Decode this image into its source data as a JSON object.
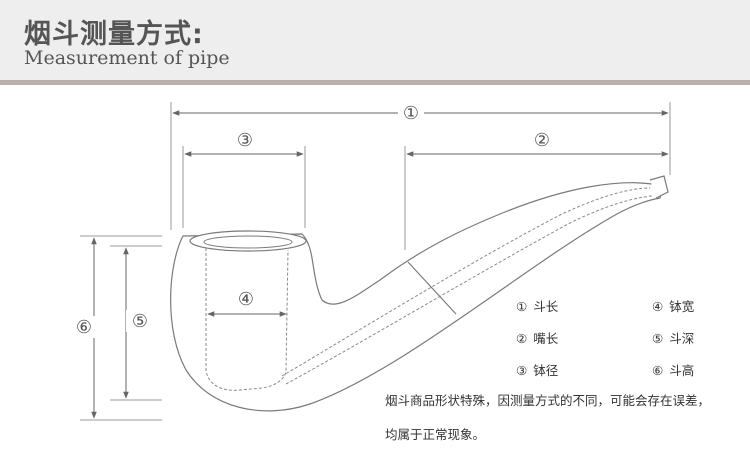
{
  "header": {
    "title_cn": "烟斗测量方式:",
    "title_en": "Measurement of pipe"
  },
  "labels": {
    "total_length": "①",
    "stem_length": "②",
    "bowl_diameter": "③",
    "chamber_width": "④",
    "chamber_depth": "⑤",
    "bowl_height": "⑥"
  },
  "legend": [
    {
      "num": "①",
      "text": "斗长"
    },
    {
      "num": "④",
      "text": "钵宽"
    },
    {
      "num": "②",
      "text": "嘴长"
    },
    {
      "num": "⑤",
      "text": "斗深"
    },
    {
      "num": "③",
      "text": "钵径"
    },
    {
      "num": "⑥",
      "text": "斗高"
    }
  ],
  "note": {
    "line1": "烟斗商品形状特殊，因测量方式的不同，可能会存在误差，",
    "line2": "均属于正常现象。"
  },
  "colors": {
    "header_bg": "#eeeeee",
    "header_rule": "#b7b0ab",
    "outline": "#7a7a7a",
    "text": "#333333"
  }
}
